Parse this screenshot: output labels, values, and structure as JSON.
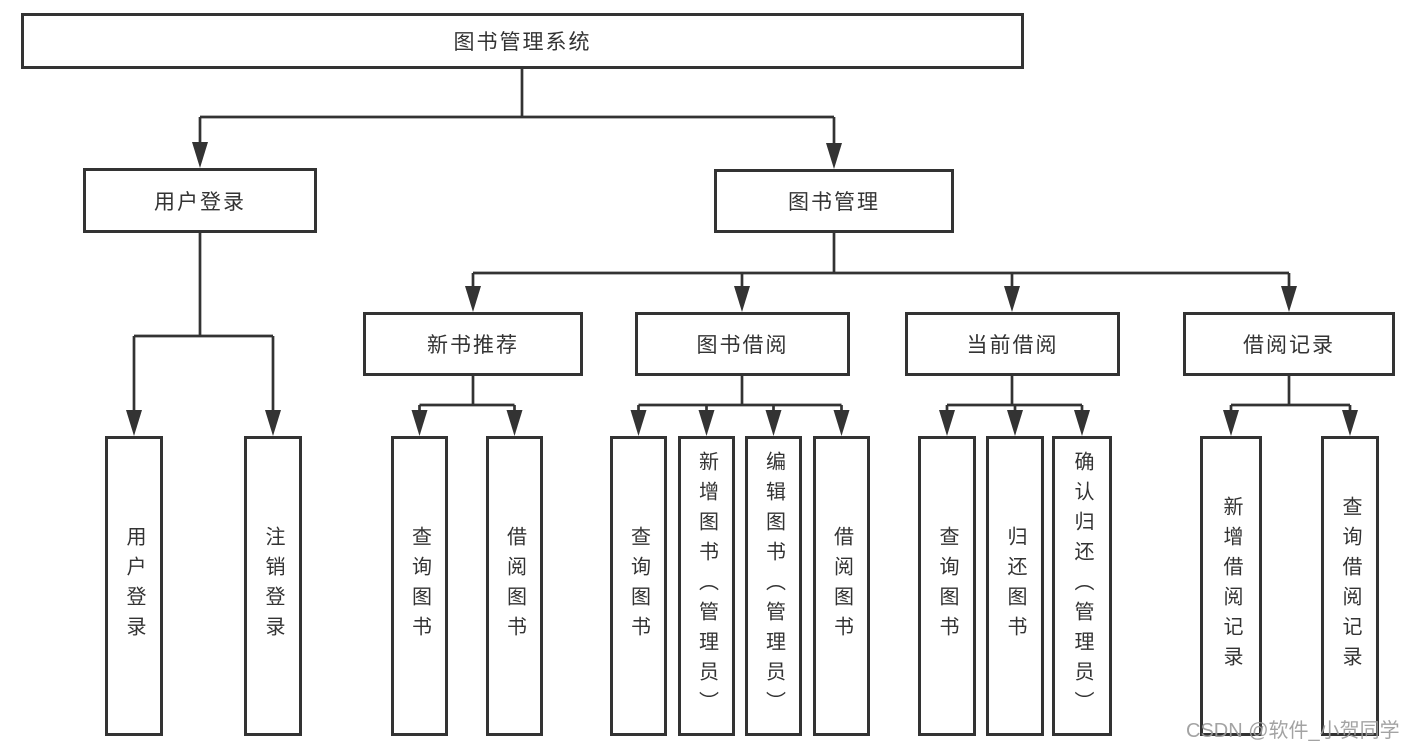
{
  "diagram": {
    "title": "图书管理系统",
    "branches": [
      {
        "label": "用户登录",
        "children": [
          {
            "label": "用户登录"
          },
          {
            "label": "注销登录"
          }
        ]
      },
      {
        "label": "图书管理",
        "children": [
          {
            "label": "新书推荐",
            "children": [
              {
                "label": "查询图书"
              },
              {
                "label": "借阅图书"
              }
            ]
          },
          {
            "label": "图书借阅",
            "children": [
              {
                "label": "查询图书"
              },
              {
                "label": "新增图书（管理员）"
              },
              {
                "label": "编辑图书（管理员）"
              },
              {
                "label": "借阅图书"
              }
            ]
          },
          {
            "label": "当前借阅",
            "children": [
              {
                "label": "查询图书"
              },
              {
                "label": "归还图书"
              },
              {
                "label": "确认归还（管理员）"
              }
            ]
          },
          {
            "label": "借阅记录",
            "children": [
              {
                "label": "新增借阅记录"
              },
              {
                "label": "查询借阅记录"
              }
            ]
          }
        ]
      }
    ]
  },
  "watermark": {
    "text": "CSDN @软件_小贺同学"
  },
  "colors": {
    "line": "#333333",
    "box_border": "#333333",
    "box_fill": "#ffffff",
    "text": "#333333",
    "watermark": "#9c9c9c",
    "background": "#ffffff"
  }
}
